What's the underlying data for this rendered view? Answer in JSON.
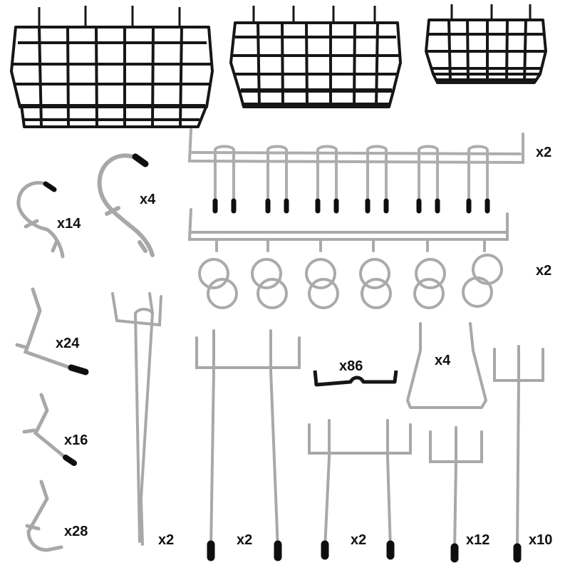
{
  "colors": {
    "background": "#ffffff",
    "basket_wire": "#161616",
    "chrome": "#b9b9b9",
    "chrome_dark": "#7a7a7a",
    "rubber_tip": "#0e0e0e"
  },
  "items": [
    {
      "name": "small-j-hook",
      "quantity": "x14"
    },
    {
      "name": "large-s-hook",
      "quantity": "x4"
    },
    {
      "name": "multi-hook-bar",
      "quantity": "x2"
    },
    {
      "name": "ring-hook-bar",
      "quantity": "x2"
    },
    {
      "name": "angled-l-hook",
      "quantity": "x24"
    },
    {
      "name": "curved-l-hook-medium",
      "quantity": "x16"
    },
    {
      "name": "curved-l-hook-small",
      "quantity": "x28"
    },
    {
      "name": "long-hanger-hook",
      "quantity": "x2"
    },
    {
      "name": "tall-double-prong-hook",
      "quantity": "x2"
    },
    {
      "name": "pegboard-locking-clip",
      "quantity": "x86"
    },
    {
      "name": "trapezoid-loop-hook",
      "quantity": "x4"
    },
    {
      "name": "medium-double-prong-hook",
      "quantity": "x2"
    },
    {
      "name": "small-fork-hook",
      "quantity": "x12"
    },
    {
      "name": "tall-fork-hook",
      "quantity": "x10"
    }
  ],
  "baskets": [
    {
      "name": "large-wire-basket"
    },
    {
      "name": "medium-wire-basket"
    },
    {
      "name": "small-wire-basket"
    }
  ]
}
